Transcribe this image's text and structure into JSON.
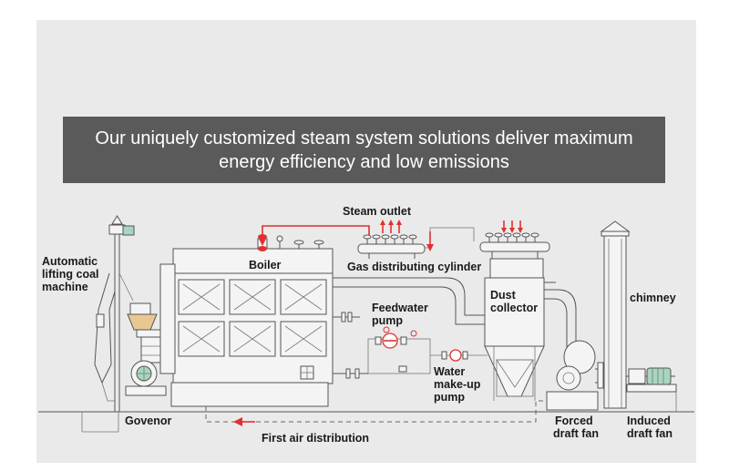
{
  "banner": {
    "text": "Our uniquely customized steam system solutions deliver maximum energy efficiency and low emissions"
  },
  "labels": {
    "automatic_line1": "Automatic",
    "automatic_line2": "lifting coal",
    "automatic_line3": "machine",
    "boiler": "Boiler",
    "steam_outlet": "Steam outlet",
    "gas_distributing": "Gas distributing cylinder",
    "feedwater_line1": "Feedwater",
    "feedwater_line2": "pump",
    "dust_line1": "Dust",
    "dust_line2": "collector",
    "chimney": "chimney",
    "water_line1": "Water",
    "water_line2": "make-up",
    "water_line3": "pump",
    "governor": "Govenor",
    "first_air": "First air distribution",
    "forced_line1": "Forced",
    "forced_line2": "draft fan",
    "induced_line1": "Induced",
    "induced_line2": "draft fan"
  },
  "colors": {
    "panel_background": "#eaeaea",
    "banner_background": "#5a5a5a",
    "banner_text": "#ffffff",
    "flow_arrows": "#e03030",
    "coal_hopper": "#e8c891",
    "fan_accent": "#a8d5c0"
  }
}
